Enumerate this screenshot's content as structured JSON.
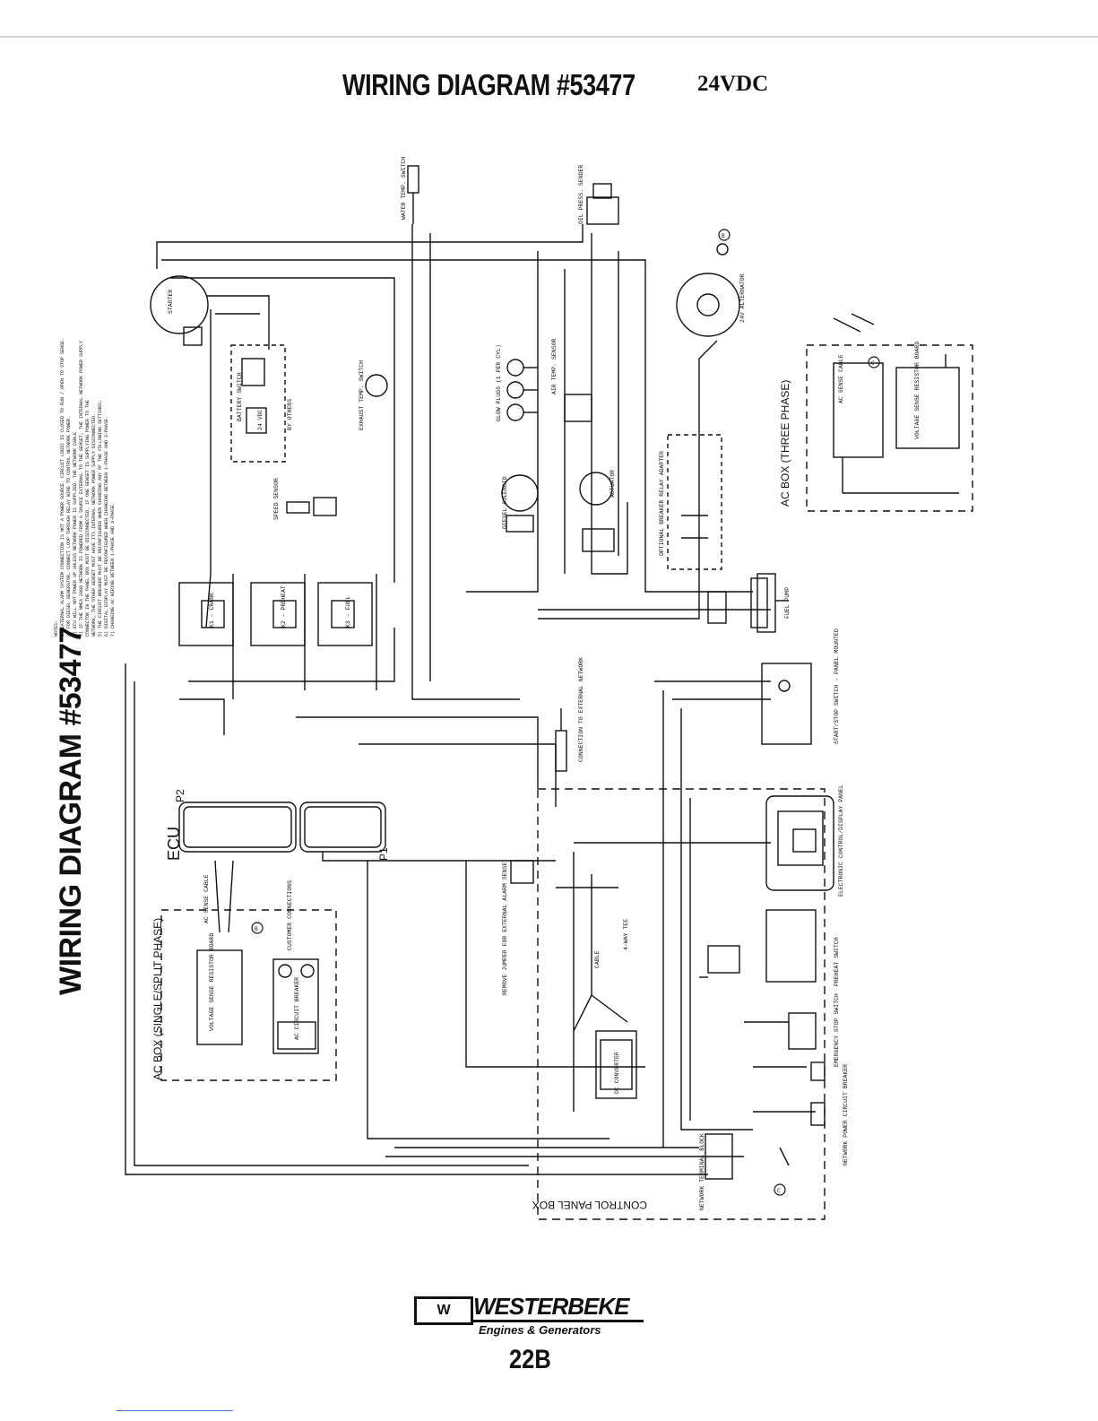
{
  "header": {
    "title": "WIRING DIAGRAM #53477",
    "voltage": "24VDC"
  },
  "side_title": "WIRING DIAGRAM #53477",
  "notes": {
    "heading": "NOTES:",
    "lines": [
      "1) EXTERNAL ALARM SYSTEM CONNECTION IS NOT A POWER SOURCE. CIRCUIT LOGIC IS CLOSED TO RUN / OPEN TO STOP SENSE.",
      "2) FOR DIESEL GENERATOR, CONNECT LOOP THROUGH RELAY WIRE TO CONTROL NETWORK POWER.",
      "3) ECU WILL NOT POWER UP UNLESS NETWORK POWER IS SUPPLIED. THE NETWORK CABLE",
      "4) IF THE NMEA 2000 NETWORK IS POWERED FROM A SOURCE EXTERNAL TO THE GENSET, THE INTERNAL NETWORK POWER SUPPLY",
      "CONNECTOR IN THE PANEL BOX MUST BE DISCONNECTED. IF ONE GENSET IS SUPPLYING POWER TO THE",
      "NETWORK, THE OTHER GENSET MUST HAVE ITS INTERNAL NETWORK POWER SUPPLY DISCONNECTED.",
      "5) THE CIRCUIT BREAKER MUST BE RECONFIGURED WHEN CHANGING ANY OF THE FOLLOWING SETTINGS:",
      "6) DIGITAL DISPLAY MUST BE RECONFIGURED WHEN CHANGING BETWEEN 1-PHASE AND 3-PHASE.",
      "7) CHANGING AC WIRING BETWEEN 1-PHASE AND 3-PHASE."
    ]
  },
  "components": {
    "starter": "STARTER",
    "battery_switch": "BATTERY SWITCH",
    "battery": "24 VDC",
    "by_others": "BY OTHERS",
    "water_temp_switch": "WATER TEMP. SWITCH",
    "oil_press_sender": "OIL PRESS. SENDER",
    "alternator": "24V ALTERNATOR",
    "glow_plugs": "GLOW PLUGS (1 PER CYL)",
    "exhaust_temp_switch": "EXHAUST TEMP. SWITCH",
    "air_temp_sensor": "AIR TEMP. SENSOR",
    "speed_sensor": "SPEED SENSOR",
    "diesel_solenoid": "DIESEL SOLENOID",
    "actuator": "ACTUATOR",
    "fuel_pump": "FUEL PUMP",
    "ecu": "ECU",
    "p1": "P1",
    "p2": "P2",
    "relay_k1": "K1 - CRANK",
    "relay_k2": "K2 - PREHEAT",
    "relay_k3": "K3 - FUEL",
    "optional_breaker_relay": "OPTIONAL BREAKER RELAY ADAPTER",
    "ac_box_three_phase": "AC BOX (THREE PHASE)",
    "ac_box_single_phase": "AC BOX (SINGLE/SPLIT PHASE)",
    "voltage_sense_board": "VOLTAGE SENSE RESISTOR BOARD",
    "ac_sense_cable": "AC SENSE CABLE",
    "ac_circuit_breaker": "AC CIRCUIT BREAKER",
    "customer_connections": "CUSTOMER CONNECTIONS",
    "connection_external_network": "CONNECTION TO EXTERNAL NETWORK",
    "start_stop_switch": "START/STOP SWITCH - PANEL MOUNTED",
    "electronic_control_panel": "ELECTRONIC CONTROL/DISPLAY PANEL",
    "preheat_switch": "PREHEAT SWITCH",
    "emergency_stop": "EMERGENCY STOP SWITCH",
    "network_breaker": "NETWORK POWER CIRCUIT BREAKER",
    "network_terminal_block": "NETWORK TERMINAL BLOCK",
    "dc_converter": "DC CONVERTER",
    "network_tee": "4-WAY TEE",
    "cable": "CABLE",
    "control_panel_box": "CONTROL PANEL BOX",
    "remote_jumper": "REMOVE JUMPER FOR EXTERNAL ALARM SENSE",
    "callout_b": "B",
    "callout_c": "C"
  },
  "footer": {
    "logo_mark": "W",
    "brand": "WESTERBEKE",
    "tagline": "Engines & Generators",
    "page_number": "22B"
  }
}
